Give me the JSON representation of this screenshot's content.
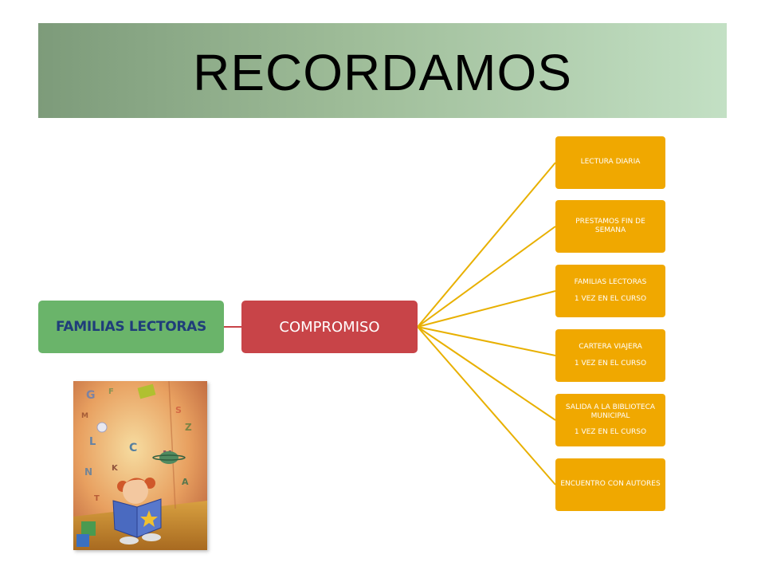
{
  "slide": {
    "title": "RECORDAMOS"
  },
  "diagram": {
    "root": {
      "label": "FAMILIAS LECTORAS"
    },
    "middle": {
      "label": "COMPROMISO"
    },
    "leaves": [
      {
        "line1": "LECTURA DIARIA",
        "line2": ""
      },
      {
        "line1": "PRESTAMOS FIN DE SEMANA",
        "line2": ""
      },
      {
        "line1": "FAMILIAS LECTORAS",
        "line2": "1 VEZ EN EL CURSO"
      },
      {
        "line1": "CARTERA VIAJERA",
        "line2": "1 VEZ EN EL CURSO"
      },
      {
        "line1": "SALIDA A LA BIBLIOTECA MUNICIPAL",
        "line2": "1 VEZ EN EL CURSO"
      },
      {
        "line1": "ENCUENTRO CON AUTORES",
        "line2": ""
      }
    ]
  },
  "colors": {
    "root": "#6ab46a",
    "middle": "#c84448",
    "leaf": "#f0a800",
    "connector": "#e8b000",
    "root_connector": "#c84448"
  },
  "illustration": {
    "subject": "child-reading-book-illustration"
  }
}
